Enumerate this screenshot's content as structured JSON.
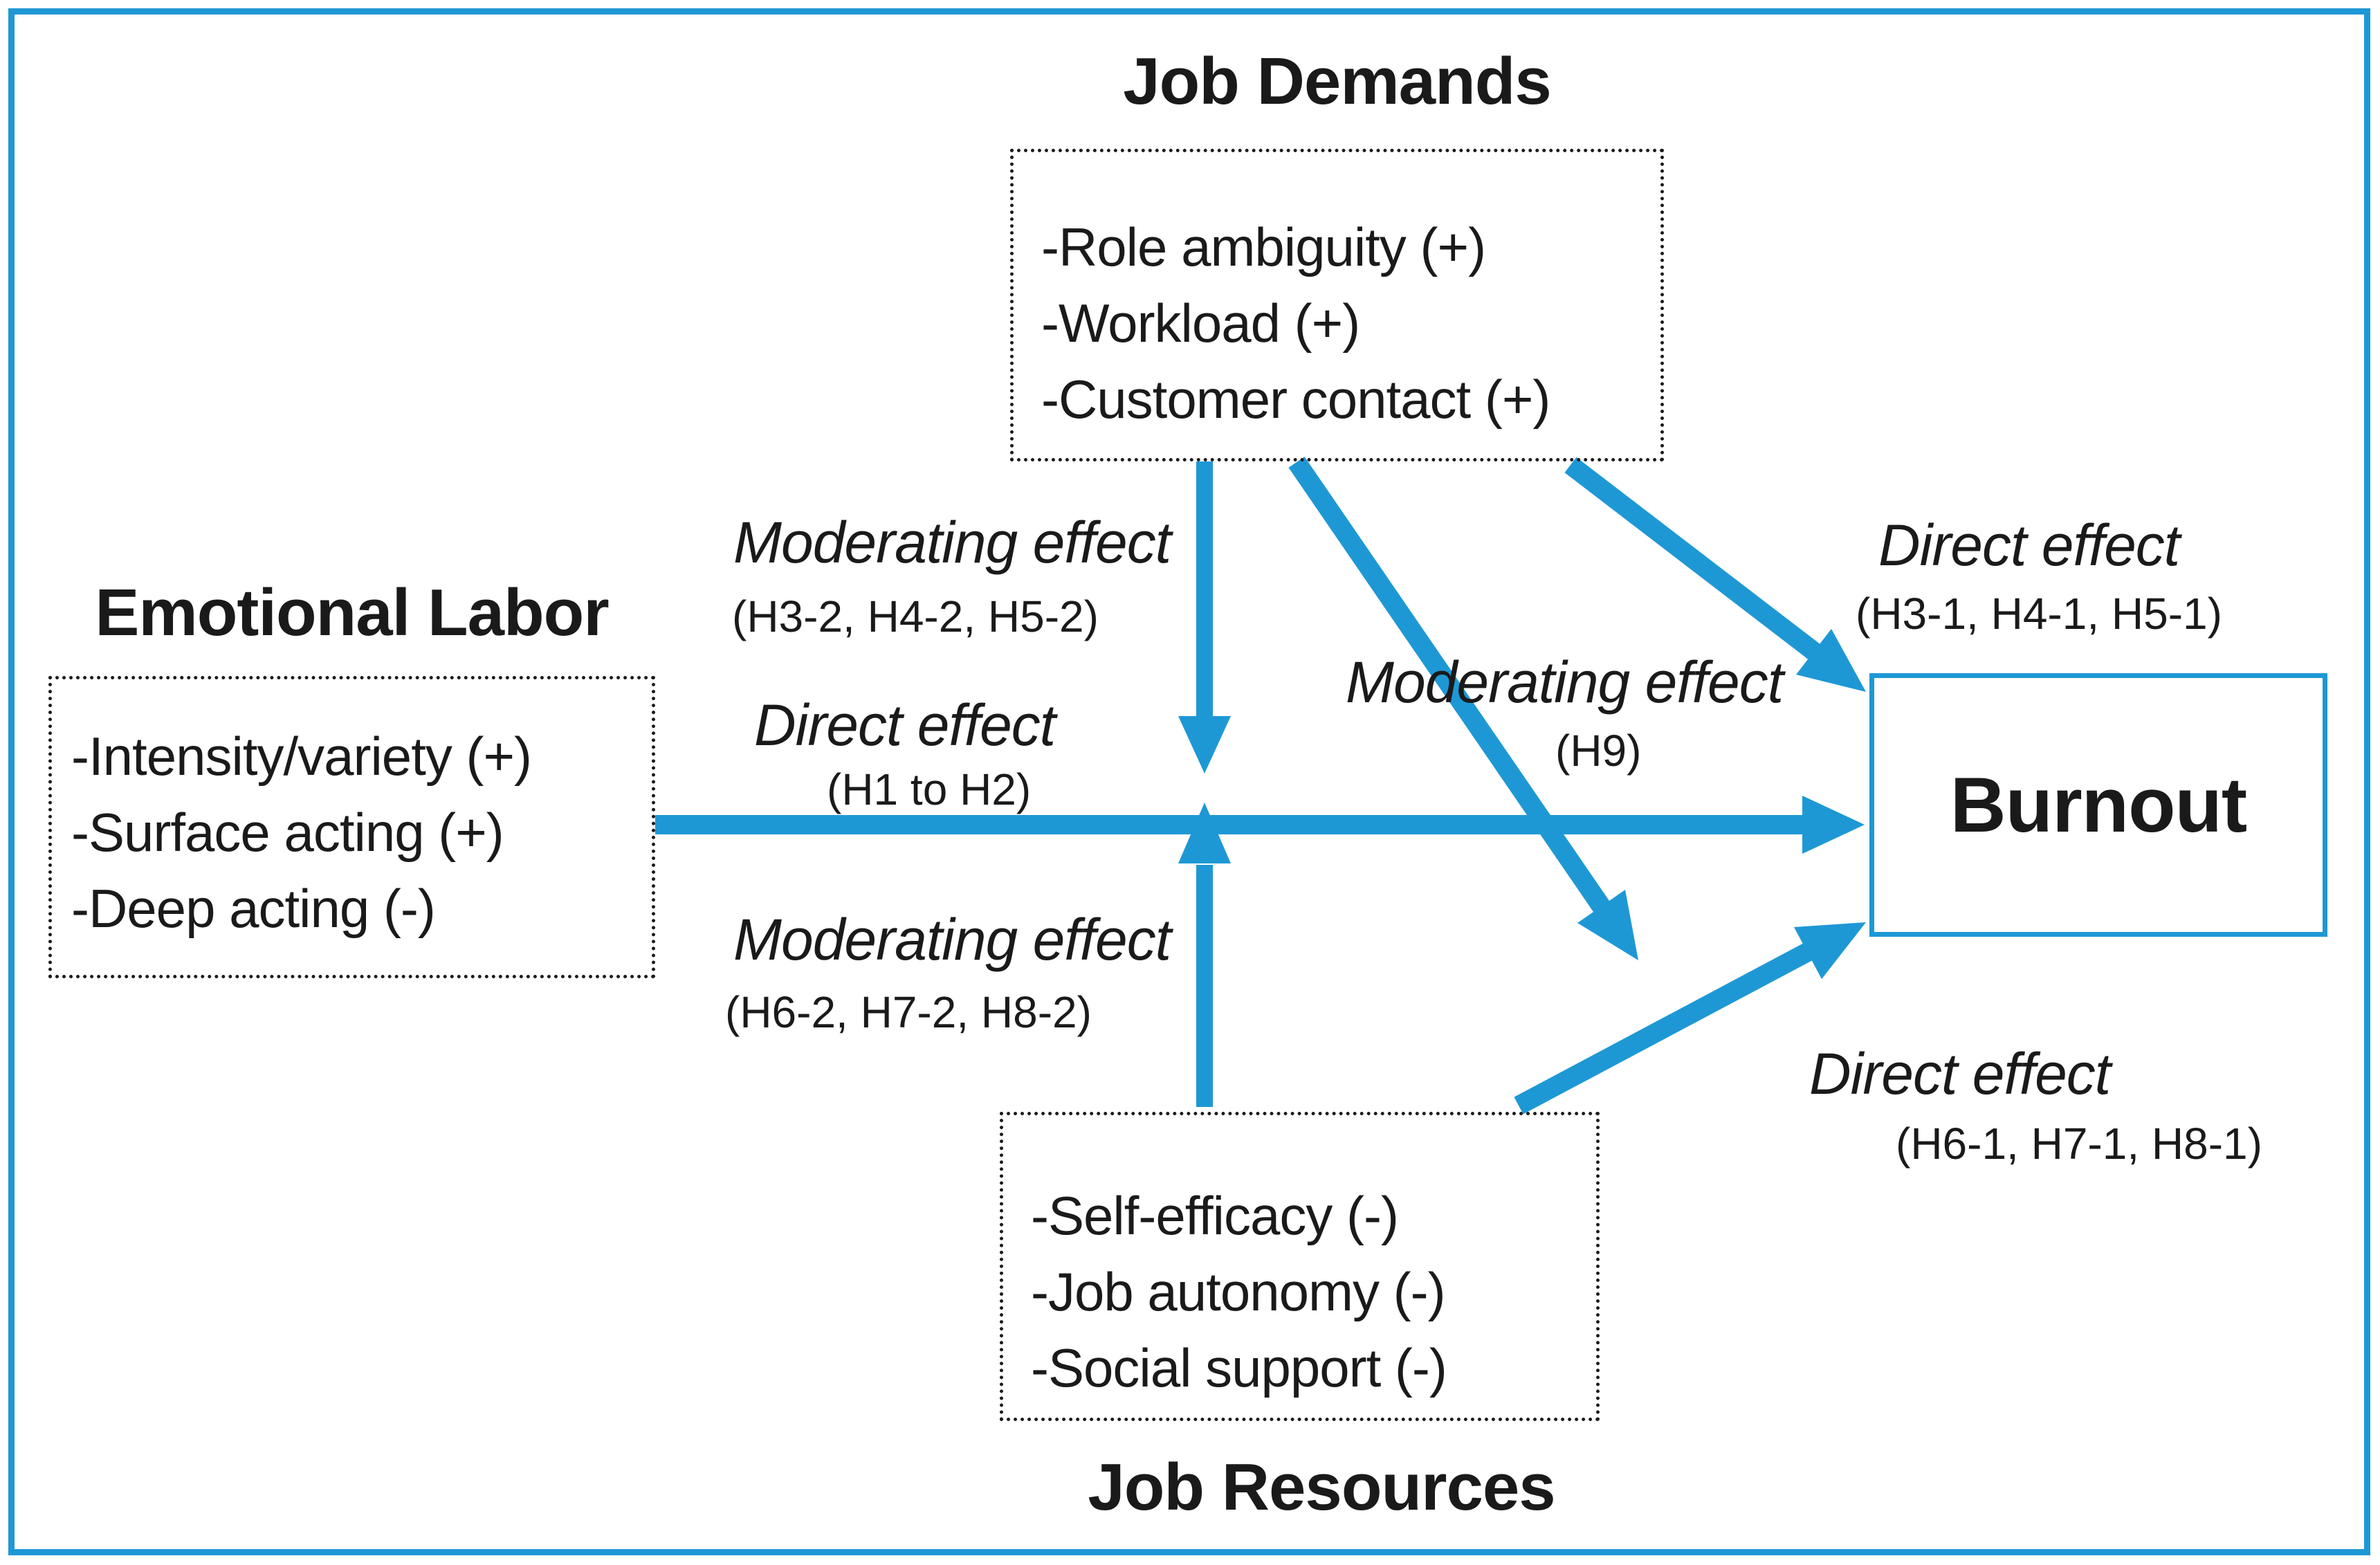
{
  "colors": {
    "accent": "#1E98D5",
    "text": "#1a1a1a",
    "background": "#ffffff"
  },
  "boxes": {
    "job_demands": {
      "title": "Job Demands",
      "items": [
        "-Role ambiguity (+)",
        "-Workload (+)",
        "-Customer contact (+)"
      ]
    },
    "emotional_labor": {
      "title": "Emotional Labor",
      "items": [
        "-Intensity/variety (+)",
        "-Surface acting (+)",
        "-Deep acting (-)"
      ]
    },
    "job_resources": {
      "title": "Job Resources",
      "items": [
        "-Self-efficacy (-)",
        "-Job autonomy (-)",
        "-Social support (-)"
      ]
    },
    "burnout": {
      "title": "Burnout"
    }
  },
  "edge_labels": {
    "jd_moderating": {
      "effect": "Moderating effect",
      "hypotheses": "(H3-2, H4-2, H5-2)"
    },
    "el_direct": {
      "effect": "Direct effect",
      "hypotheses": "(H1 to H2)"
    },
    "jr_moderating": {
      "effect": "Moderating effect",
      "hypotheses": "(H6-2, H7-2, H8-2)"
    },
    "jd_jr_moderating": {
      "effect": "Moderating effect",
      "hypotheses": "(H9)"
    },
    "jd_direct": {
      "effect": "Direct effect",
      "hypotheses": "(H3-1, H4-1, H5-1)"
    },
    "jr_direct": {
      "effect": "Direct effect",
      "hypotheses": "(H6-1, H7-1, H8-1)"
    }
  },
  "arrows": [
    {
      "from": "emotional-labor",
      "to": "burnout",
      "type": "direct"
    },
    {
      "from": "job-demands",
      "to": "el-burnout-path",
      "type": "moderating"
    },
    {
      "from": "job-resources",
      "to": "el-burnout-path",
      "type": "moderating"
    },
    {
      "from": "job-demands",
      "to": "jr-burnout-path",
      "type": "moderating"
    },
    {
      "from": "job-demands",
      "to": "burnout",
      "type": "direct"
    },
    {
      "from": "job-resources",
      "to": "burnout",
      "type": "direct"
    }
  ]
}
